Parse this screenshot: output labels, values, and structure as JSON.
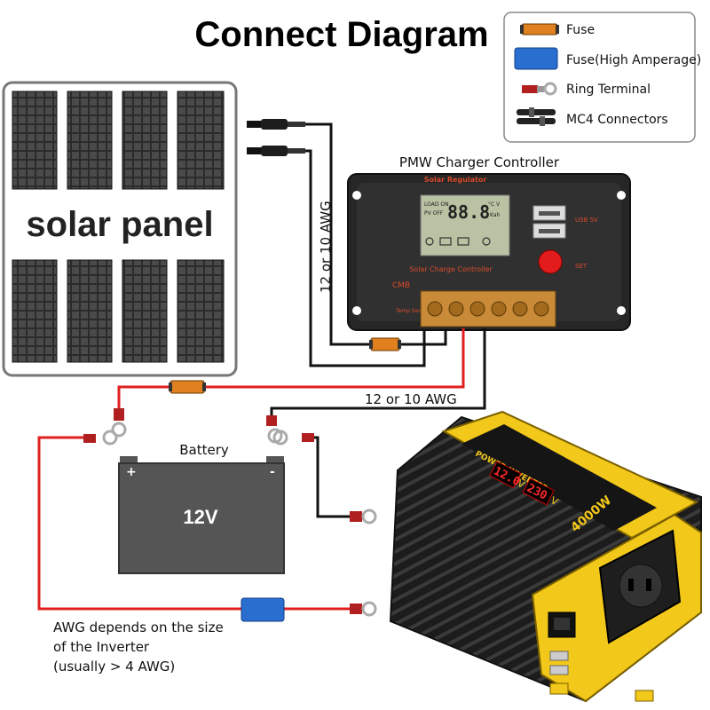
{
  "title": "Connect Diagram",
  "legend": [
    {
      "icon": "fuse-icon",
      "label": "Fuse",
      "color": "#e0801e"
    },
    {
      "icon": "high-amp-fuse-icon",
      "label": "Fuse(High Amperage)",
      "color": "#2a6fd0"
    },
    {
      "icon": "ring-terminal-icon",
      "label": "Ring Terminal",
      "color": "#b02020"
    },
    {
      "icon": "mc4-connector-icon",
      "label": "MC4 Connectors",
      "color": "#222222"
    }
  ],
  "solar_panel": {
    "label": "solar panel"
  },
  "controller": {
    "label": "PMW Charger Controller",
    "brand_text": "Solar Regulator",
    "model_text": "Solar Charge Controller",
    "cmb_text": "CMB",
    "temp_text": "Temp Sensor",
    "lcd_text": "88.8",
    "lcd_load_on": "LOAD ON",
    "lcd_pv_off": "PV OFF",
    "lcd_units_top": "°C V",
    "lcd_units_bottom": "Kah",
    "usb_text": "USB 5V",
    "set_text": "SET"
  },
  "wire_labels": {
    "pv_wire": "12 or 10 AWG",
    "load_wire": "12 or 10 AWG"
  },
  "battery": {
    "label": "Battery",
    "voltage": "12V",
    "plus": "+",
    "minus": "-"
  },
  "inverter": {
    "brand": "POWER INVERTER",
    "power": "4000W",
    "display_left": "12.0",
    "display_right": "230",
    "unit_left": "V",
    "unit_right": "V"
  },
  "note": {
    "line1": "AWG depends on the size",
    "line2": "of the Inverter",
    "line3": "(usually  > 4 AWG)"
  },
  "colors": {
    "positive_wire": "#e02020",
    "negative_wire": "#111111",
    "inverter_yellow": "#f2c81a"
  }
}
